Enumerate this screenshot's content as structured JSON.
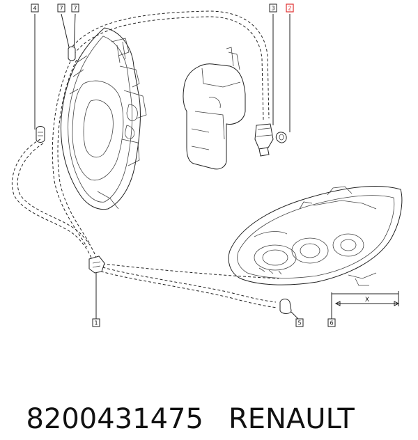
{
  "callouts": [
    {
      "id": "c4",
      "text": "4"
    },
    {
      "id": "c7a",
      "text": "7"
    },
    {
      "id": "c7b",
      "text": "7"
    },
    {
      "id": "c3",
      "text": "3"
    },
    {
      "id": "c2",
      "text": "2",
      "highlight": true
    },
    {
      "id": "c1",
      "text": "1"
    },
    {
      "id": "c5",
      "text": "5"
    },
    {
      "id": "c6",
      "text": "6"
    }
  ],
  "dimension": {
    "label": "X"
  },
  "footer": {
    "part_number": "8200431475",
    "brand": "RENAULT"
  },
  "colors": {
    "line": "#222222",
    "highlight": "#e03030",
    "background": "#ffffff"
  }
}
